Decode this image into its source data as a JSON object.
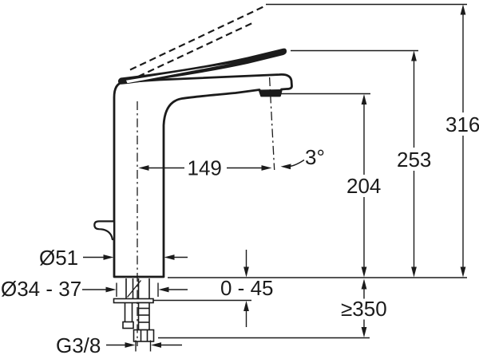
{
  "diagram": {
    "type": "technical-drawing",
    "subject": "single-lever basin mixer faucet, side elevation with installation dimensions",
    "units": "mm",
    "colors": {
      "line": "#1b1b1b",
      "background": "#ffffff"
    },
    "dimensions": {
      "spout_reach": "149",
      "stream_angle": "3°",
      "outlet_height": "204",
      "spout_top_height": "253",
      "max_height_lever_raised": "316",
      "body_diameter": "Ø51",
      "mounting_hole_diameter": "Ø34 - 37",
      "deck_thickness_range": "0 - 45",
      "min_supply_clearance": "≥350",
      "supply_thread": "G3/8"
    }
  }
}
